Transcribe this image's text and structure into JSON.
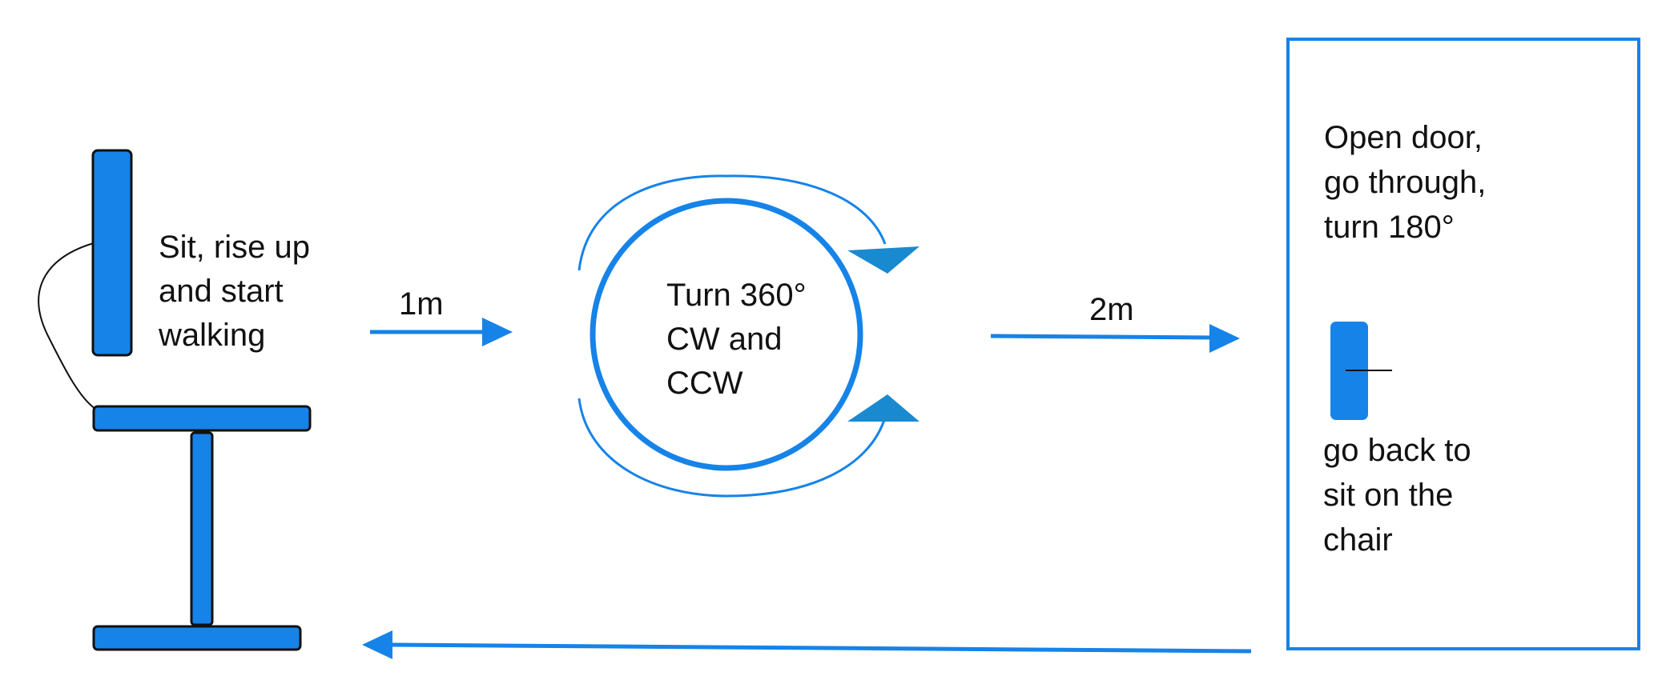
{
  "colors": {
    "blue": "#1683e8",
    "dark_blue": "#1a8ad0",
    "outline": "#111111",
    "text": "#111111",
    "background": "#ffffff"
  },
  "steps": {
    "start": [
      "Sit, rise up",
      "and start",
      "walking"
    ],
    "distance_1": "1m",
    "turn": [
      "Turn 360°",
      "CW and",
      "CCW"
    ],
    "distance_2": "2m",
    "door": [
      "Open door,",
      "go through,",
      "turn 180°"
    ],
    "return": [
      "go back to",
      "sit on the",
      "chair"
    ]
  }
}
